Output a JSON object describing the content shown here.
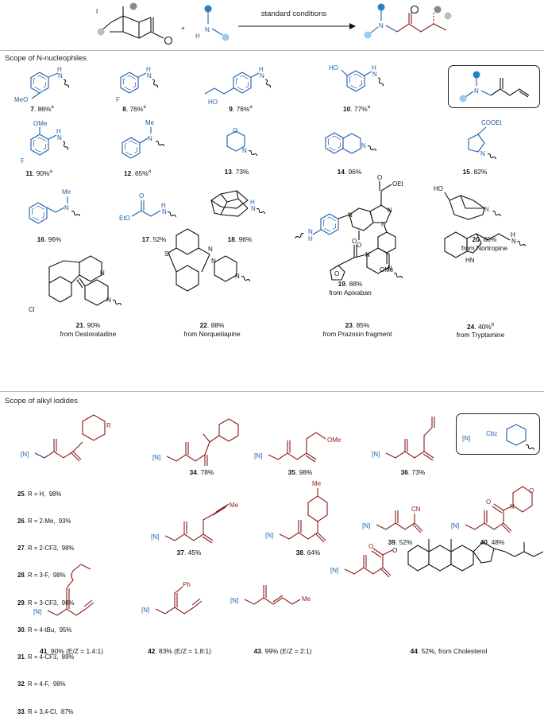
{
  "scheme": {
    "arrow_label": "standard conditions",
    "plus": "+",
    "atom_I": "I",
    "atom_N": "N",
    "atom_H": "H"
  },
  "sections": {
    "nucleophiles_title": "Scope of N-nucleophiles",
    "iodides_title": "Scope of alkyl iodides"
  },
  "colors": {
    "amine_blue": "#1f5fa8",
    "alkyl_red": "#8b1a1a",
    "grey_ball": "#8a8a8a",
    "light_blue_ball": "#9fcbea",
    "dark_blue_ball": "#2a7fc1"
  },
  "nucleophile_products": [
    {
      "num": "7",
      "yield": "86%",
      "note": "a"
    },
    {
      "num": "8",
      "yield": "76%",
      "note": "a"
    },
    {
      "num": "9",
      "yield": "76%",
      "note": "a"
    },
    {
      "num": "10",
      "yield": "77%",
      "note": "a"
    },
    {
      "num": "11",
      "yield": "90%",
      "note": "a"
    },
    {
      "num": "12",
      "yield": "65%",
      "note": "a"
    },
    {
      "num": "13",
      "yield": "73%",
      "note": ""
    },
    {
      "num": "14",
      "yield": "96%",
      "note": ""
    },
    {
      "num": "15",
      "yield": "82%",
      "note": ""
    },
    {
      "num": "16",
      "yield": "96%",
      "note": ""
    },
    {
      "num": "17",
      "yield": "52%",
      "note": ""
    },
    {
      "num": "18",
      "yield": "96%",
      "note": ""
    },
    {
      "num": "19",
      "yield": "88%",
      "note": "",
      "source": "from Apixaban"
    },
    {
      "num": "20",
      "yield": "80%",
      "note": "",
      "source": "from Nortropine"
    },
    {
      "num": "21",
      "yield": "90%",
      "note": "",
      "source": "from Desloratadine"
    },
    {
      "num": "22",
      "yield": "88%",
      "note": "",
      "source": "from Norquetiapine"
    },
    {
      "num": "23",
      "yield": "85%",
      "note": "",
      "source": "from Prazosin fragment"
    },
    {
      "num": "24",
      "yield": "40%",
      "note": "b",
      "source": "from Tryptamine"
    }
  ],
  "r_table": [
    {
      "num": "25",
      "r": "R = H,",
      "yield": "98%"
    },
    {
      "num": "26",
      "r": "R = 2-Me,",
      "yield": "93%"
    },
    {
      "num": "27",
      "r": "R = 2-CF3,",
      "yield": "98%"
    },
    {
      "num": "28",
      "r": "R = 3-F,",
      "yield": "98%"
    },
    {
      "num": "29",
      "r": "R = 3-CF3,",
      "yield": "98%"
    },
    {
      "num": "30",
      "r": "R = 4-tBu,",
      "yield": "95%"
    },
    {
      "num": "31",
      "r": "R = 4-CF3,",
      "yield": "89%"
    },
    {
      "num": "32",
      "r": "R = 4-F,",
      "yield": "98%"
    },
    {
      "num": "33",
      "r": "R = 3,4-Cl,",
      "yield": "87%"
    }
  ],
  "iodide_products": [
    {
      "num": "34",
      "yield": "78%"
    },
    {
      "num": "35",
      "yield": "98%"
    },
    {
      "num": "36",
      "yield": "73%"
    },
    {
      "num": "37",
      "yield": "45%"
    },
    {
      "num": "38",
      "yield": "64%"
    },
    {
      "num": "39",
      "yield": "52%"
    },
    {
      "num": "40",
      "yield": "48%"
    },
    {
      "num": "41",
      "yield": "90%",
      "ez": "(E/Z = 1.4:1)"
    },
    {
      "num": "42",
      "yield": "83%",
      "ez": "(E/Z = 1.8:1)"
    },
    {
      "num": "43",
      "yield": "99%",
      "ez": "(E/Z = 2:1)"
    },
    {
      "num": "44",
      "yield": "52%",
      "source": "from Cholesterol"
    }
  ],
  "atom_labels": {
    "H": "H",
    "N": "N",
    "NH": "NH",
    "HN": "HN",
    "MeO": "MeO",
    "F": "F",
    "HO": "HO",
    "OMe": "OMe",
    "Me": "Me",
    "O": "O",
    "COOEt": "COOEt",
    "EtO": "EtO",
    "OEt": "OEt",
    "Cl": "Cl",
    "S": "S",
    "R": "R",
    "Ph": "Ph",
    "CN": "CN",
    "N_bracket": "[N]",
    "Cbz": "Cbz",
    "H_stereo": "H"
  },
  "n_def": "[N] =",
  "n_def_group": "CbzN"
}
